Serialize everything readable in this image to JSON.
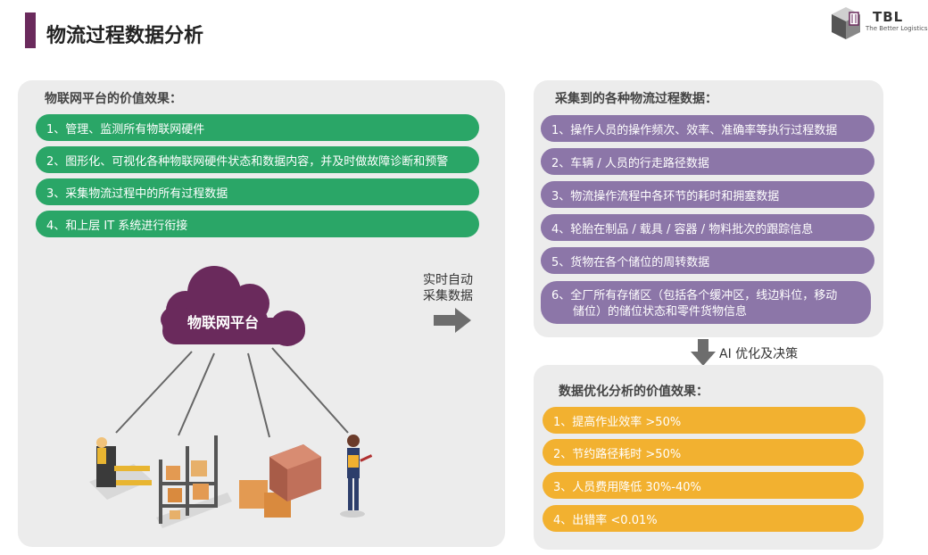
{
  "header": {
    "title": "物流过程数据分析"
  },
  "logo": {
    "name": "TBL",
    "tagline": "The Better Logistics"
  },
  "left_panel": {
    "heading": "物联网平台的价值效果：",
    "items": [
      "1、管理、监测所有物联网硬件",
      "2、图形化、可视化各种物联网硬件状态和数据内容，并及时做故障诊断和预警",
      "3、采集物流过程中的所有过程数据",
      "4、和上层 IT 系统进行衔接"
    ],
    "cloud_label": "物联网平台"
  },
  "transfer": {
    "line1": "实时自动",
    "line2": "采集数据"
  },
  "right_top": {
    "heading": "采集到的各种物流过程数据：",
    "items": [
      "1、操作人员的操作频次、效率、准确率等执行过程数据",
      "2、车辆 / 人员的行走路径数据",
      "3、物流操作流程中各环节的耗时和拥塞数据",
      "4、轮胎在制品 / 载具 / 容器 / 物料批次的跟踪信息",
      "5、货物在各个储位的周转数据"
    ],
    "item6_line1": "6、全厂所有存储区（包括各个缓冲区，线边料位，移动",
    "item6_line2": "储位）的储位状态和零件货物信息"
  },
  "ai_label": "AI 优化及决策",
  "right_bottom": {
    "heading": "数据优化分析的价值效果：",
    "items": [
      "1、提高作业效率 >50%",
      "2、节约路径耗时 >50%",
      "3、人员费用降低 30%-40%",
      "4、出错率 <0.01%"
    ]
  },
  "colors": {
    "accent": "#6a2a5c",
    "green": "#2aa667",
    "purple": "#8c76a8",
    "orange": "#f2b130"
  }
}
